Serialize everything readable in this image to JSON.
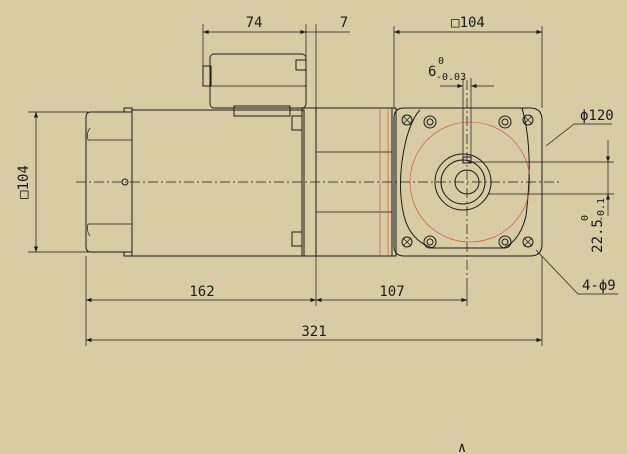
{
  "colors": {
    "background": "#d8cca4",
    "motor_body": "#cbc2a8",
    "gearbox": "#a9c48a",
    "outline": "#1a1a1a",
    "hidden_line": "#c44444"
  },
  "dimensions": {
    "terminal_box_width": "74",
    "gap": "7",
    "flange_square_top": "□104",
    "keyway_width_main": "6",
    "keyway_tol_upper": "0",
    "keyway_tol_lower": "-0.03",
    "flange_diameter": "ϕ120",
    "height_square_left": "□104",
    "shaft_height_main": "22.5",
    "shaft_height_tol_upper": "0",
    "shaft_height_tol_lower": "-0.1",
    "mounting_holes": "4-ϕ9",
    "motor_length": "162",
    "gearbox_length": "107",
    "total_length": "321"
  },
  "footer_mark": "∧"
}
